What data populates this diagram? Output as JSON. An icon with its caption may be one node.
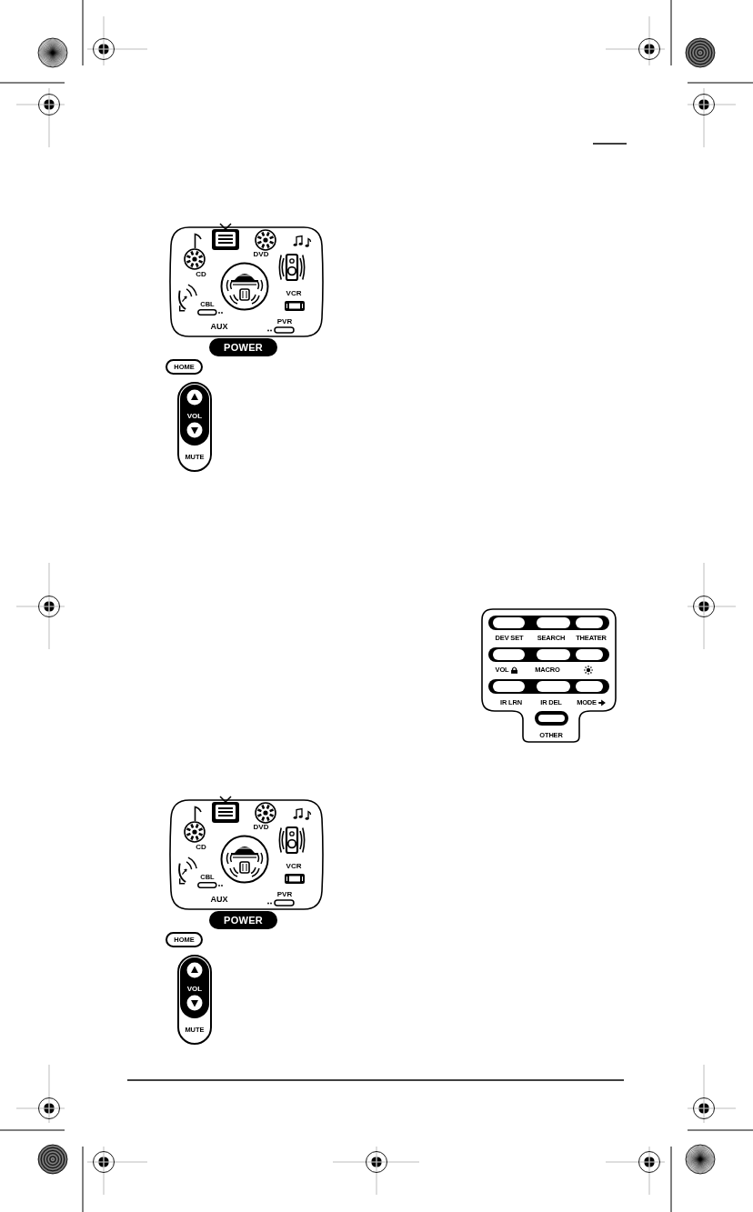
{
  "diagram": {
    "nodes": [
      {
        "text": [
          "DVD",
          "CD",
          "VCR",
          "CBL",
          "PVR",
          "AUX"
        ]
      },
      {
        "text": [
          "POWER"
        ]
      },
      {
        "text": [
          "HOME"
        ]
      },
      {
        "text": [
          "VOL",
          "MUTE"
        ]
      },
      {
        "text": [
          "DEV SET",
          "SEARCH",
          "THEATER",
          "VOL",
          "MACRO",
          "IR LRN",
          "IR DEL",
          "MODE",
          "OTHER"
        ]
      },
      {
        "text": [
          "DVD",
          "CD",
          "VCR",
          "CBL",
          "PVR",
          "AUX"
        ]
      },
      {
        "text": [
          "POWER"
        ]
      },
      {
        "text": [
          "HOME"
        ]
      },
      {
        "text": [
          "VOL",
          "MUTE"
        ]
      }
    ]
  }
}
